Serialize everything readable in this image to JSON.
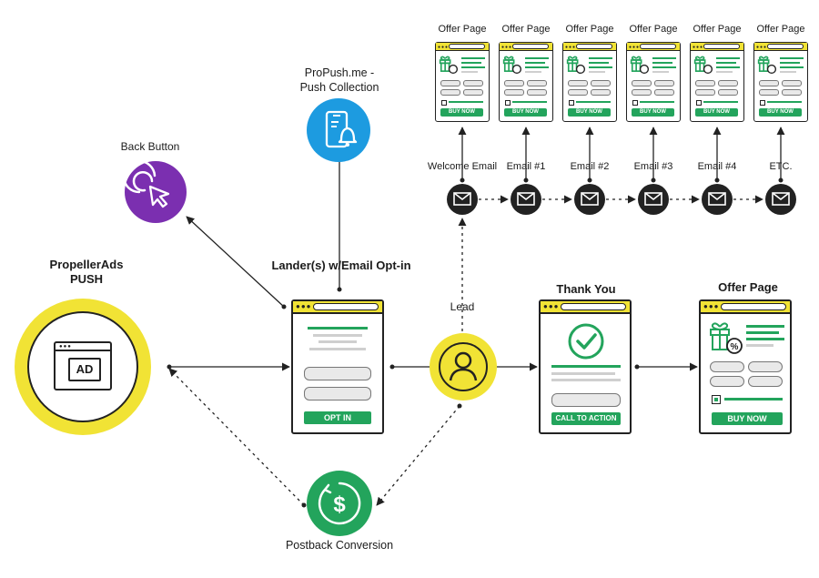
{
  "nodes": {
    "propellerads": "PropellerAds\nPUSH",
    "ad_icon_text": "AD",
    "back_button": "Back Button",
    "propush": "ProPush.me -\nPush Collection",
    "lander": "Lander(s) w/Email Opt-in",
    "opt_in": "OPT IN",
    "lead": "Lead",
    "thank_you": "Thank You",
    "call_to_action": "CALL TO ACTION",
    "offer_page_main": "Offer Page",
    "buy_now_main": "BUY NOW",
    "postback": "Postback Conversion"
  },
  "emails": [
    {
      "label": "Welcome Email",
      "offer": "Offer Page",
      "buy": "BUY NOW"
    },
    {
      "label": "Email #1",
      "offer": "Offer Page",
      "buy": "BUY NOW"
    },
    {
      "label": "Email #2",
      "offer": "Offer Page",
      "buy": "BUY NOW"
    },
    {
      "label": "Email #3",
      "offer": "Offer Page",
      "buy": "BUY NOW"
    },
    {
      "label": "Email #4",
      "offer": "Offer Page",
      "buy": "BUY NOW"
    },
    {
      "label": "ETC.",
      "offer": "Offer Page",
      "buy": "BUY NOW"
    }
  ],
  "colors": {
    "yellow": "#f1e335",
    "green": "#23a45c",
    "purple": "#7b2fb0",
    "blue": "#1d9be0",
    "dark": "#222222"
  }
}
